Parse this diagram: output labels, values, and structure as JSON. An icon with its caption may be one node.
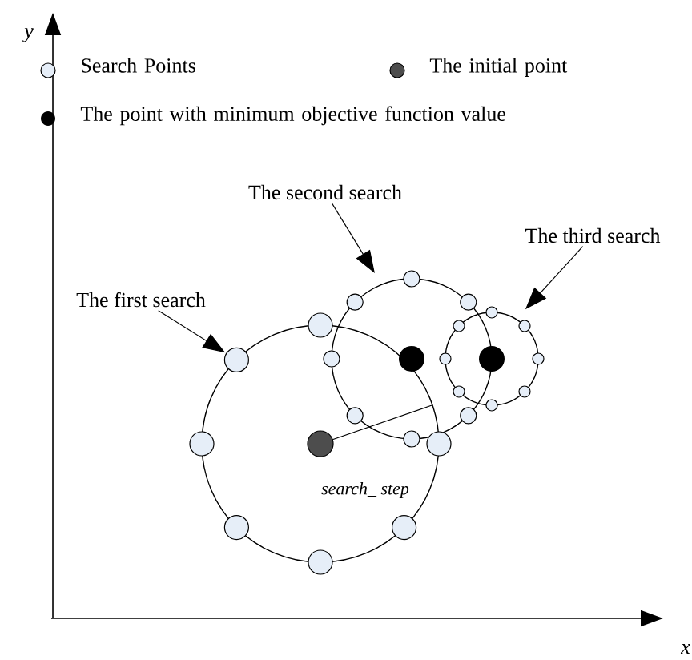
{
  "diagram": {
    "nodes": [
      {
        "text": [
          "The first search"
        ]
      },
      {
        "text": [
          "The second search"
        ]
      },
      {
        "text": [
          "The third search"
        ]
      },
      {
        "text": [],
        "shape": "circle"
      },
      {
        "text": [],
        "shape": "circle"
      },
      {
        "text": [],
        "shape": "circle"
      }
    ],
    "edges": [
      {
        "from": 0,
        "to": 3,
        "arrow": "to"
      },
      {
        "from": 1,
        "to": 4,
        "arrow": "to"
      },
      {
        "from": 2,
        "to": 5,
        "arrow": "to"
      }
    ],
    "labels": [
      "y",
      "x",
      "search_ step"
    ],
    "legend": [
      {
        "text": "Search Points",
        "color": "#e6eef8"
      },
      {
        "text": "The initial point",
        "color": "#4d4d4d"
      },
      {
        "text": "The point with minimum objective function value",
        "color": "#000000"
      }
    ]
  }
}
